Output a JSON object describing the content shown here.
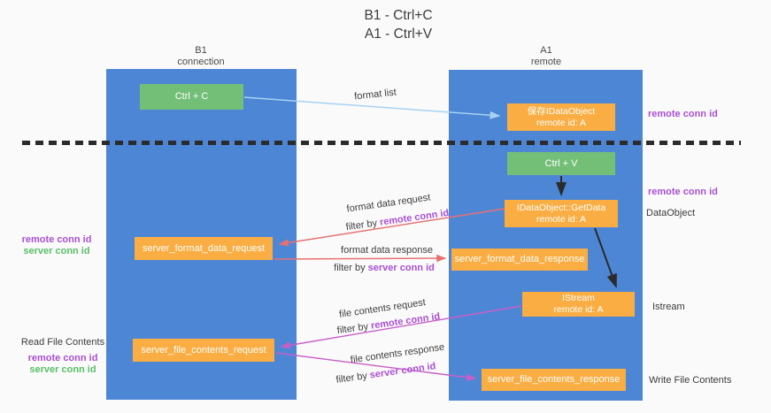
{
  "title": {
    "line1": "B1 - Ctrl+C",
    "line2": "A1 - Ctrl+V"
  },
  "lanes": {
    "left": {
      "name": "B1",
      "role": "connection"
    },
    "right": {
      "name": "A1",
      "role": "remote"
    }
  },
  "boxes": {
    "ctrl_c": {
      "label": "Ctrl + C"
    },
    "save_idataobject": {
      "line1": "保存IDataObject",
      "line2": "remote id: A"
    },
    "ctrl_v": {
      "label": "Ctrl + V"
    },
    "getdata": {
      "line1": "IDataObject::GetData",
      "line2": "remote id: A"
    },
    "format_request": {
      "label": "server_format_data_request"
    },
    "format_response": {
      "label": "server_format_data_response"
    },
    "istream": {
      "line1": "IStream",
      "line2": "remote id: A"
    },
    "file_request": {
      "label": "server_file_contents_request"
    },
    "file_response": {
      "label": "server_file_contents_response"
    }
  },
  "messages": {
    "format_list": {
      "label": "format list"
    },
    "format_data_request": {
      "label": "format data request",
      "filter_prefix": "filter by ",
      "filter_key": "remote conn id"
    },
    "format_data_response": {
      "label": "format data response",
      "filter_prefix": "filter by ",
      "filter_key": "server conn id"
    },
    "file_contents_request": {
      "label": "file contents request",
      "filter_prefix": "filter by ",
      "filter_key": "remote conn id"
    },
    "file_contents_response": {
      "label": "file contents response",
      "filter_prefix": "filter by ",
      "filter_key": "server conn id"
    }
  },
  "side_labels": {
    "right_remote_conn_id_top": "remote conn id",
    "right_remote_conn_id_mid": "remote conn id",
    "right_dataobject": "DataObject",
    "right_istream": "Istream",
    "right_write_file_contents": "Write File Contents",
    "left_remote_conn_id_mid": "remote conn id",
    "left_server_conn_id_mid": "server conn id",
    "left_read_file_contents": "Read File Contents",
    "left_remote_conn_id_bottom": "remote conn id",
    "left_server_conn_id_bottom": "server conn id"
  },
  "colors": {
    "lane-blue": "#4e86d6",
    "box-green": "#74bf78",
    "box-orange": "#f9ad42",
    "arrow-red": "#e87070",
    "arrow-magenta": "#c75fc7",
    "arrow-lightblue": "#a5d2f2",
    "arrow-dark": "#2b2b2b",
    "text-purple": "#a94fd2",
    "text-green": "#58bf66"
  }
}
